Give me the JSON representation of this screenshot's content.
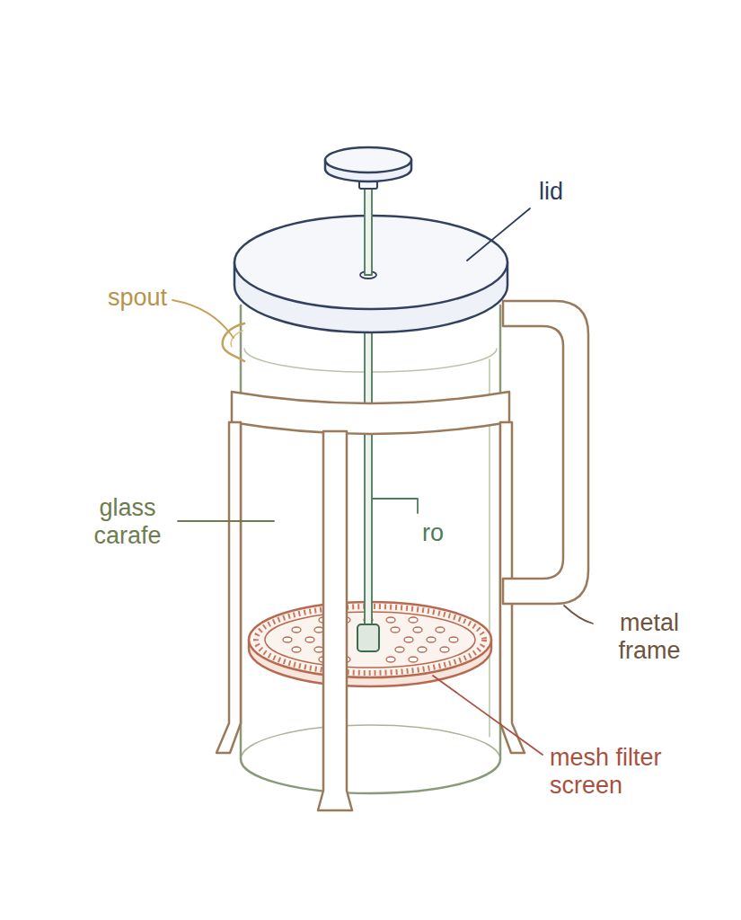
{
  "diagram": {
    "labels": [
      "lid",
      "spout",
      "glass carafe",
      "ro",
      "metal frame",
      "mesh filter screen"
    ]
  }
}
